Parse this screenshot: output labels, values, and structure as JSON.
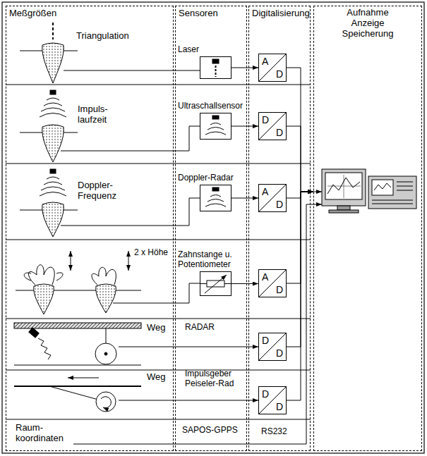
{
  "diagram": {
    "nodes": [
      {
        "text": [
          "Meßgrößen"
        ]
      },
      {
        "text": [
          "Sensoren"
        ]
      },
      {
        "text": [
          "Laser"
        ],
        "in": 1
      },
      {
        "text": [
          "Ultraschallsensor"
        ],
        "in": 1
      },
      {
        "text": [
          "Doppler-Radar"
        ],
        "in": 1
      },
      {
        "text": [
          "Zahnstange u. Potentiometer"
        ],
        "in": 1
      },
      {
        "text": [
          "Digitalisierung"
        ]
      },
      {
        "text": [
          "A",
          "D"
        ],
        "in": 6
      },
      {
        "text": [
          "D",
          "D"
        ],
        "in": 6
      },
      {
        "text": [
          "A",
          "D"
        ],
        "in": 6
      },
      {
        "text": [
          "A",
          "D"
        ],
        "in": 6
      },
      {
        "text": [
          "D",
          "D"
        ],
        "in": 6
      },
      {
        "text": [
          "D",
          "D"
        ],
        "in": 6
      },
      {
        "text": [
          "Aufnahme Anzeige Speicherung"
        ]
      }
    ],
    "edges": [
      {
        "from": 2,
        "to": 7,
        "arrow": "to"
      },
      {
        "from": 3,
        "to": 8,
        "arrow": "to"
      },
      {
        "from": 4,
        "to": 9,
        "arrow": "to"
      },
      {
        "from": 5,
        "to": 10,
        "arrow": "to"
      },
      {
        "from": 7,
        "to": 13,
        "arrow": "to"
      },
      {
        "from": 8,
        "to": 13,
        "arrow": "to"
      },
      {
        "from": 9,
        "to": 13,
        "arrow": "to"
      },
      {
        "from": 10,
        "to": 13,
        "arrow": "to"
      },
      {
        "from": 11,
        "to": 13,
        "arrow": "to"
      },
      {
        "from": 12,
        "to": 13,
        "arrow": "to"
      }
    ],
    "labels": [
      "Triangulation",
      "Impuls- laufzeit",
      "Doppler- Frequenz",
      "2 x Höhe",
      "Weg",
      "RADAR",
      "Weg",
      "Impulsgeber Peiseler-Rad",
      "Raum- koordinaten",
      "SAPOS-GPPS",
      "RS232"
    ]
  }
}
